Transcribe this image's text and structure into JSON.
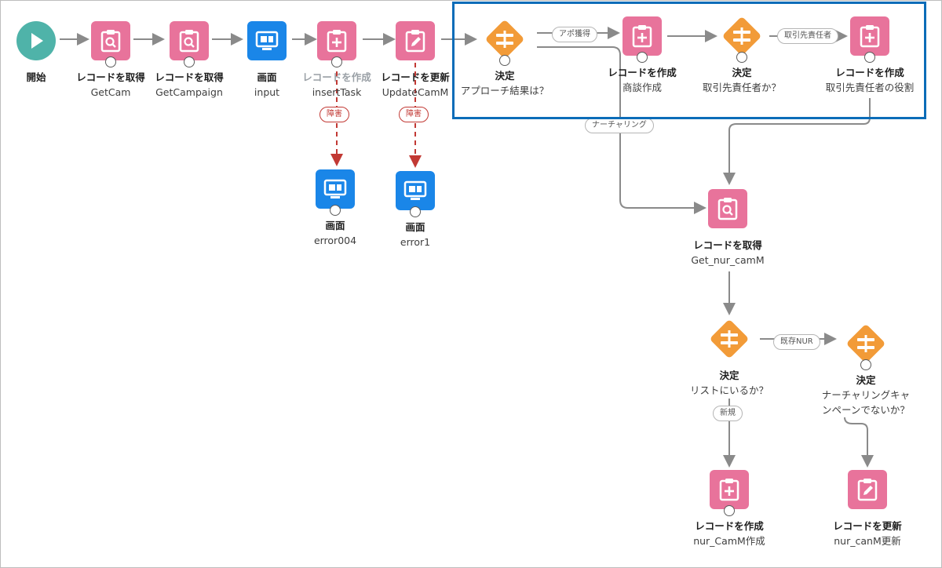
{
  "nodes": [
    {
      "id": "start",
      "type_label": "開始",
      "api_name": ""
    },
    {
      "id": "getcam",
      "type_label": "レコードを取得",
      "api_name": "GetCam"
    },
    {
      "id": "getcampaign",
      "type_label": "レコードを取得",
      "api_name": "GetCampaign"
    },
    {
      "id": "input",
      "type_label": "画面",
      "api_name": "input"
    },
    {
      "id": "inserttask",
      "type_label": "レコードを作成",
      "api_name": "insertTask"
    },
    {
      "id": "updatecamm",
      "type_label": "レコードを更新",
      "api_name": "UpdateCamM"
    },
    {
      "id": "decision1",
      "type_label": "決定",
      "api_name": "アプローチ結果は？"
    },
    {
      "id": "create_deal",
      "type_label": "レコードを作成",
      "api_name": "商談作成"
    },
    {
      "id": "decision2",
      "type_label": "決定",
      "api_name": "取引先責任者か？"
    },
    {
      "id": "create_role",
      "type_label": "レコードを作成",
      "api_name": "取引先責任者の役割"
    },
    {
      "id": "error004",
      "type_label": "画面",
      "api_name": "error004"
    },
    {
      "id": "error1",
      "type_label": "画面",
      "api_name": "error1"
    },
    {
      "id": "get_nur",
      "type_label": "レコードを取得",
      "api_name": "Get_nur_camM"
    },
    {
      "id": "decision3",
      "type_label": "決定",
      "api_name": "リストにいるか？"
    },
    {
      "id": "decision4",
      "type_label": "決定",
      "api_name": "ナーチャリングキャ\nンペーンでないか？"
    },
    {
      "id": "create_nur",
      "type_label": "レコードを作成",
      "api_name": "nur_CamM作成"
    },
    {
      "id": "update_nur",
      "type_label": "レコードを更新",
      "api_name": "nur_canM更新"
    }
  ],
  "connector_labels": {
    "appo": "アポ獲得",
    "nurturing": "ナーチャリング",
    "contact": "取引先責任者",
    "fault1": "障害",
    "fault2": "障害",
    "existing_nur": "既存NUR",
    "new": "新規"
  },
  "colors": {
    "start": "#4fb3a9",
    "record": "#e8739b",
    "screen": "#1a86e8",
    "decision": "#f29b38",
    "fault": "#c23934",
    "connector": "#8a8a8a",
    "selection": "#0b6cb8"
  }
}
